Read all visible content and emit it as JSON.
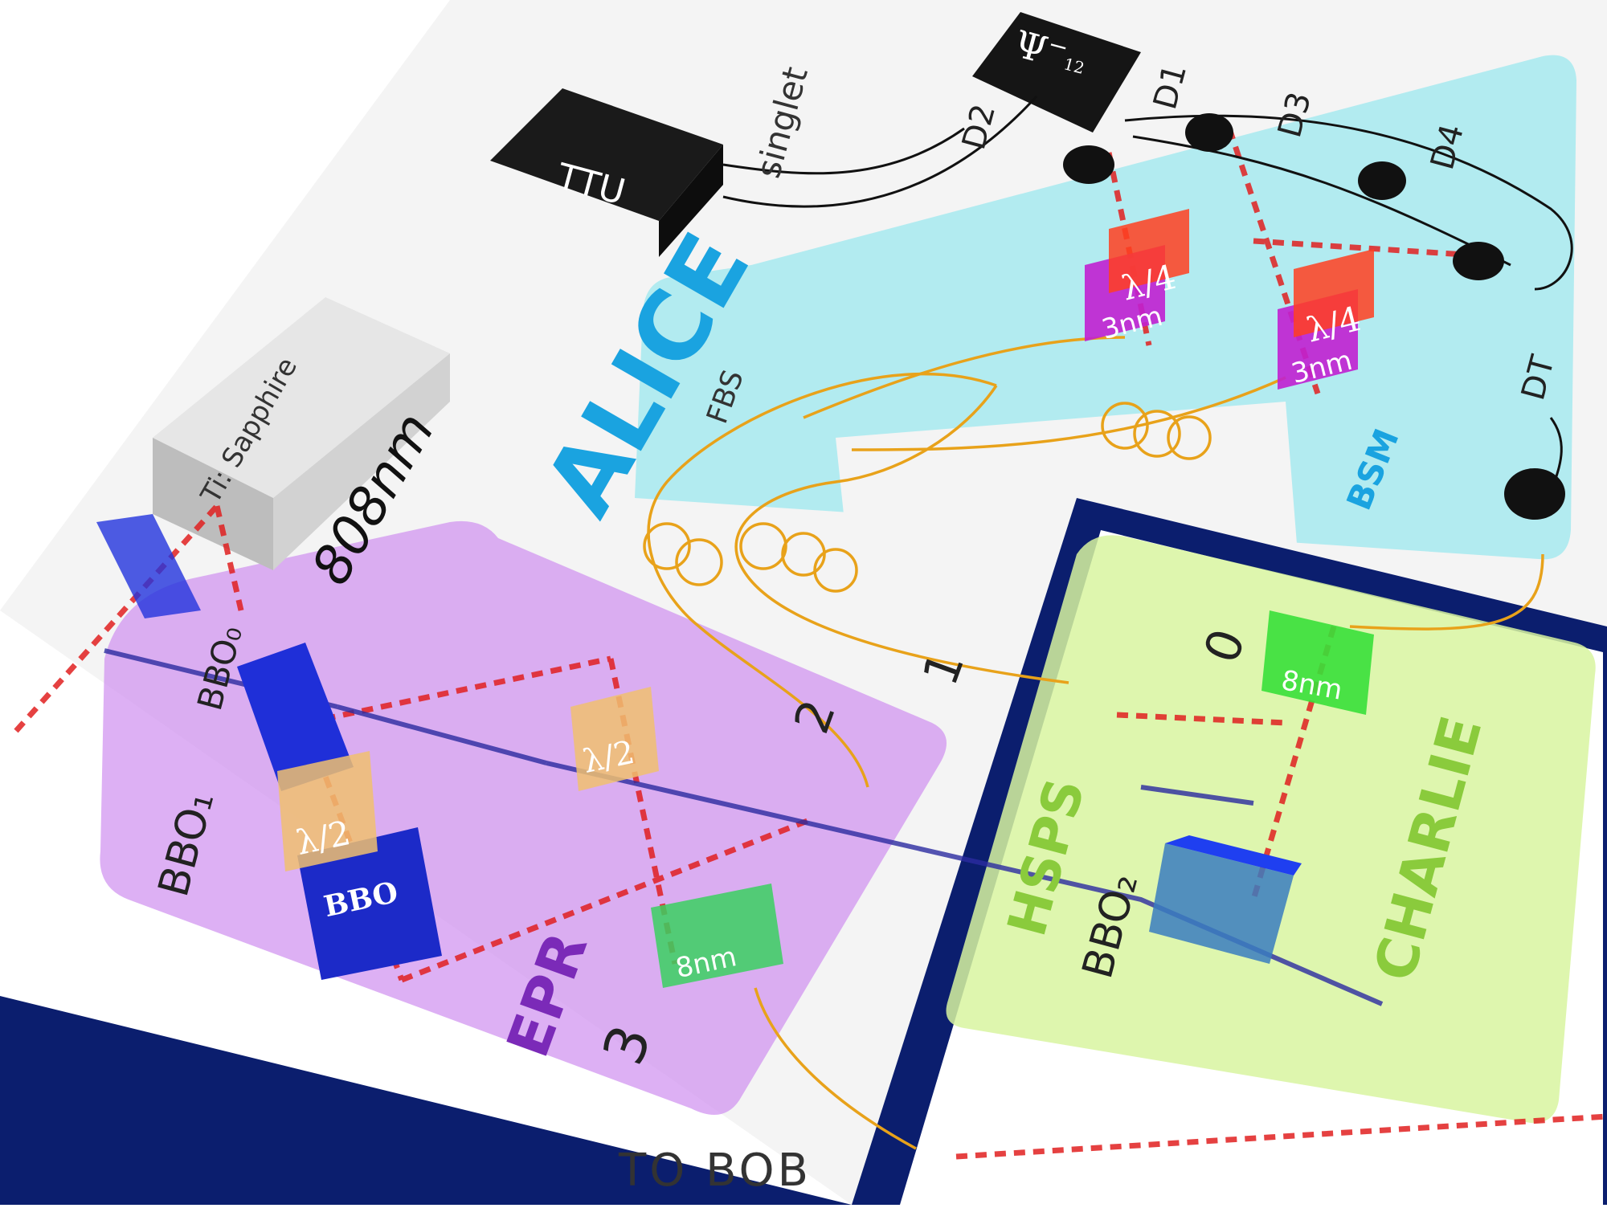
{
  "diagram": {
    "regions": {
      "alice": "ALICE",
      "bsm": "BSM",
      "epr": "EPR",
      "charlie": "CHARLIE",
      "hsps": "HSPS"
    },
    "devices": {
      "laser_name": "Ti: Sapphire",
      "laser_wavelength": "808nm",
      "ttu": "TTU",
      "singlet": "singlet",
      "psi_symbol": "Ψ",
      "psi_superscript": "−",
      "psi_subscript": "12",
      "fbs": "FBS"
    },
    "detectors": [
      "D1",
      "D2",
      "D3",
      "D4",
      "DT"
    ],
    "crystals": {
      "bbo0": "BBO₀",
      "bbo1": "BBO₁",
      "bbo2": "BBO₂",
      "bbo": "BBO"
    },
    "optics": {
      "half_wave": "λ/2",
      "quarter_wave": "λ/4",
      "filter_3nm": "3nm",
      "filter_8nm": "8nm"
    },
    "ports": [
      "0",
      "1",
      "2",
      "3"
    ],
    "output": "TO BOB",
    "colors": {
      "alice_text": "#1aa3e0",
      "bsm_text": "#1aa3e0",
      "bsm_region": "#8fe6ee",
      "epr_region": "#cf8ef0",
      "epr_text": "#7b2ab8",
      "charlie_region": "#d8f5a0",
      "charlie_text": "#8acb3c",
      "beam_red": "#e02020",
      "beam_blue": "#2a2aa0",
      "fiber": "#e8a21a",
      "frame": "#0b1e6e"
    }
  }
}
